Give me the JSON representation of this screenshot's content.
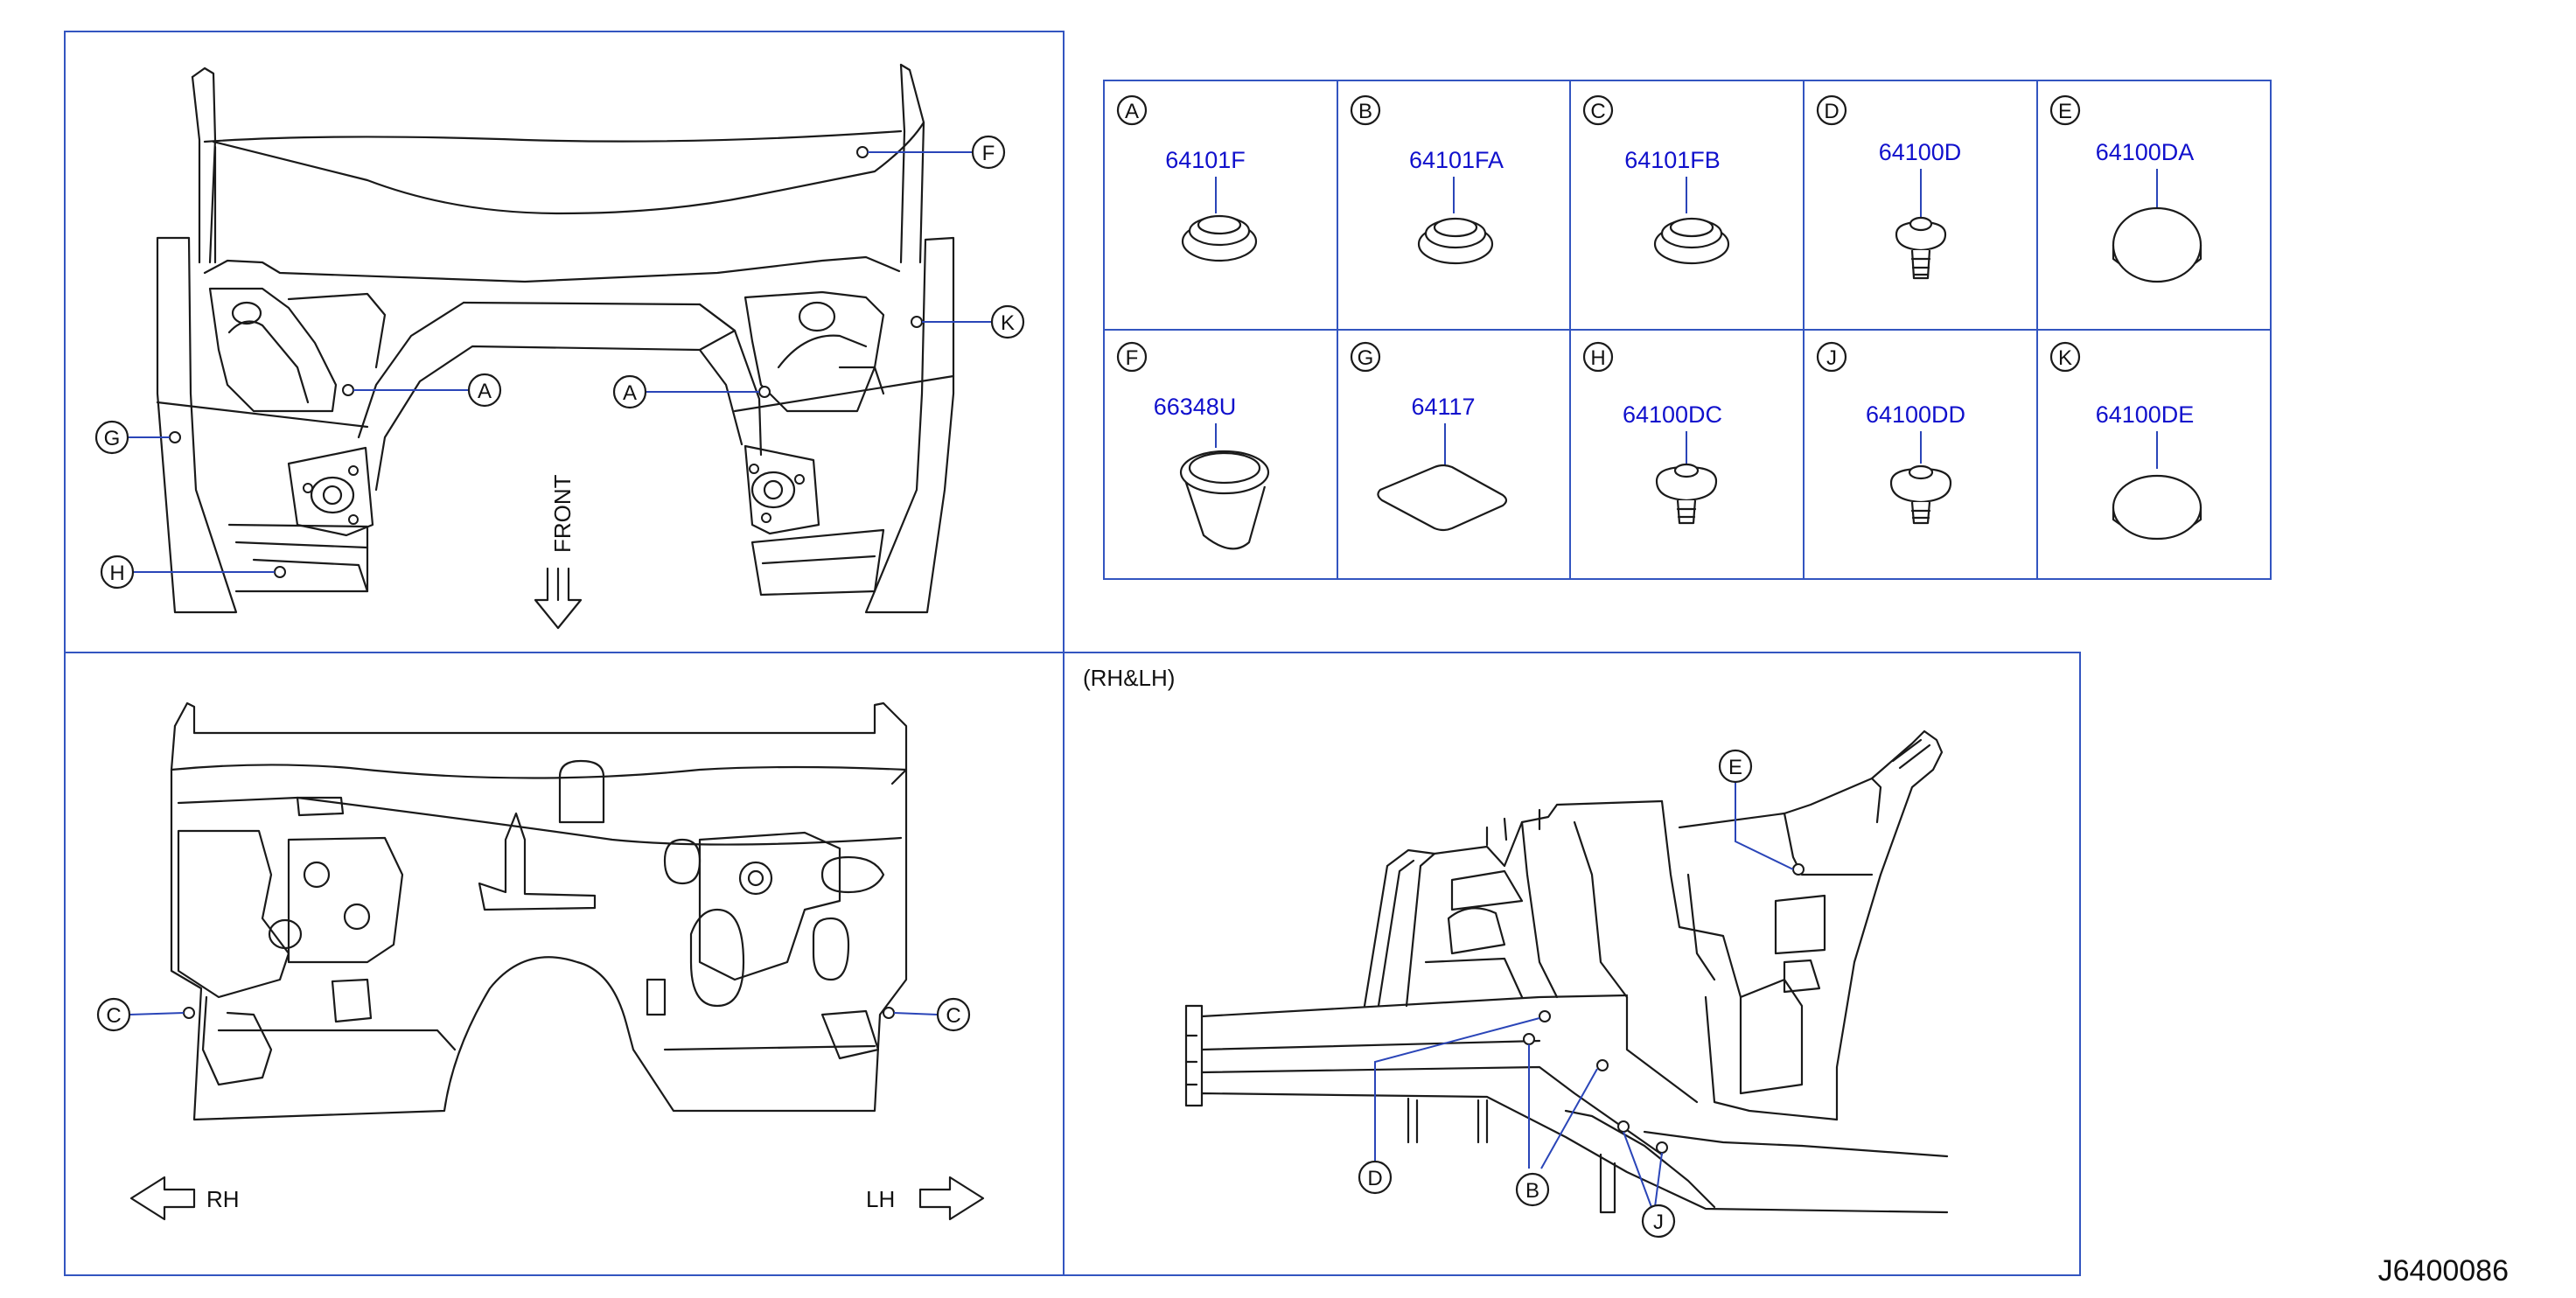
{
  "parts_table": [
    {
      "letter": "A",
      "part_number": "64101F"
    },
    {
      "letter": "B",
      "part_number": "64101FA"
    },
    {
      "letter": "C",
      "part_number": "64101FB"
    },
    {
      "letter": "D",
      "part_number": "64100D"
    },
    {
      "letter": "E",
      "part_number": "64100DA"
    },
    {
      "letter": "F",
      "part_number": "66348U"
    },
    {
      "letter": "G",
      "part_number": "64117"
    },
    {
      "letter": "H",
      "part_number": "64100DC"
    },
    {
      "letter": "J",
      "part_number": "64100DD"
    },
    {
      "letter": "K",
      "part_number": "64100DE"
    }
  ],
  "top_view": {
    "direction_label": "FRONT",
    "callouts": [
      "F",
      "K",
      "A",
      "A",
      "G",
      "H"
    ]
  },
  "front_view": {
    "callouts": [
      "C",
      "C"
    ],
    "left_arrow_label": "RH",
    "right_arrow_label": "LH"
  },
  "side_view": {
    "note": "(RH&LH)",
    "callouts": [
      "E",
      "D",
      "B",
      "J"
    ]
  },
  "diagram_code": "J6400086",
  "colors": {
    "leader_lines": "#2a45b8",
    "part_numbers": "#1010cc",
    "frame": "#3355c0"
  }
}
